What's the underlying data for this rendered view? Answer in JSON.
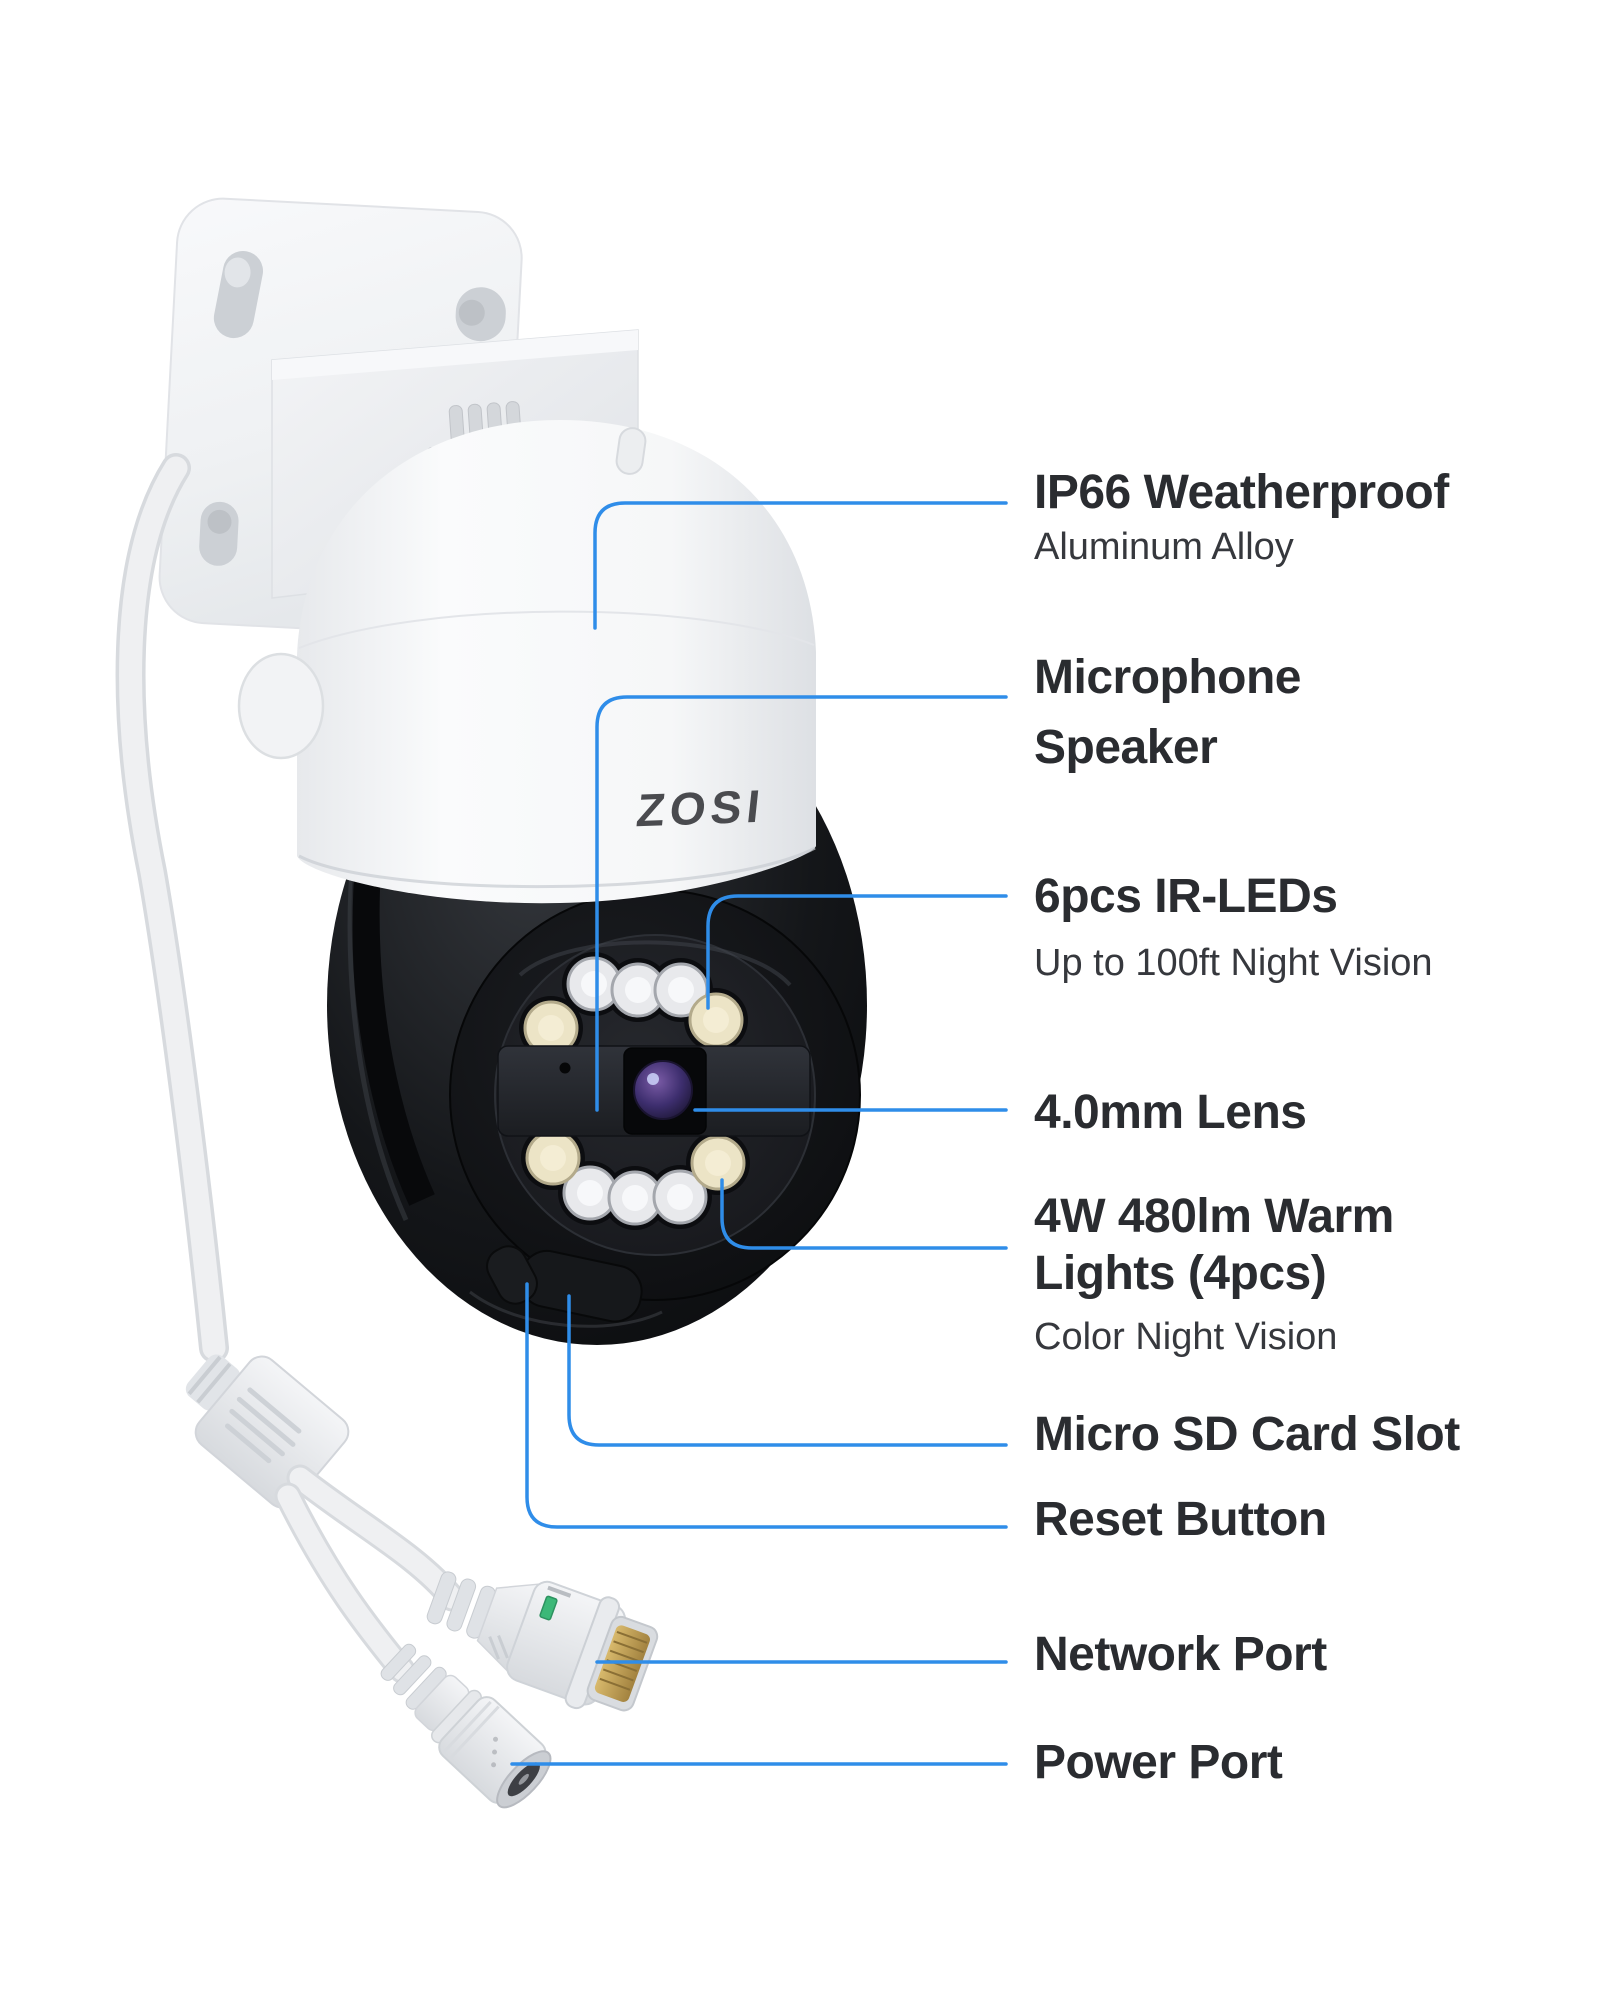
{
  "product": {
    "brand": "ZOSI"
  },
  "colors": {
    "callout": "#2f8de9",
    "title": "#2a2c30",
    "subtitle": "#36383d",
    "brand": "#4a4b4f",
    "warm_led": "#ece4c6",
    "ir_led": "#e8e9ec"
  },
  "annotations": [
    {
      "id": "weatherproof",
      "title": "IP66 Weatherproof",
      "subtitle": "Aluminum Alloy"
    },
    {
      "id": "microphone-speaker",
      "title": "Microphone",
      "title2": "Speaker"
    },
    {
      "id": "ir-leds",
      "title": "6pcs IR-LEDs",
      "subtitle": "Up to 100ft Night Vision"
    },
    {
      "id": "lens",
      "title": "4.0mm Lens"
    },
    {
      "id": "warm-lights",
      "title": "4W 480lm Warm",
      "title2": "Lights (4pcs)",
      "subtitle": "Color Night Vision"
    },
    {
      "id": "sd-card-slot",
      "title": "Micro SD Card Slot"
    },
    {
      "id": "reset-button",
      "title": "Reset Button"
    },
    {
      "id": "network-port",
      "title": "Network Port"
    },
    {
      "id": "power-port",
      "title": "Power Port"
    }
  ]
}
